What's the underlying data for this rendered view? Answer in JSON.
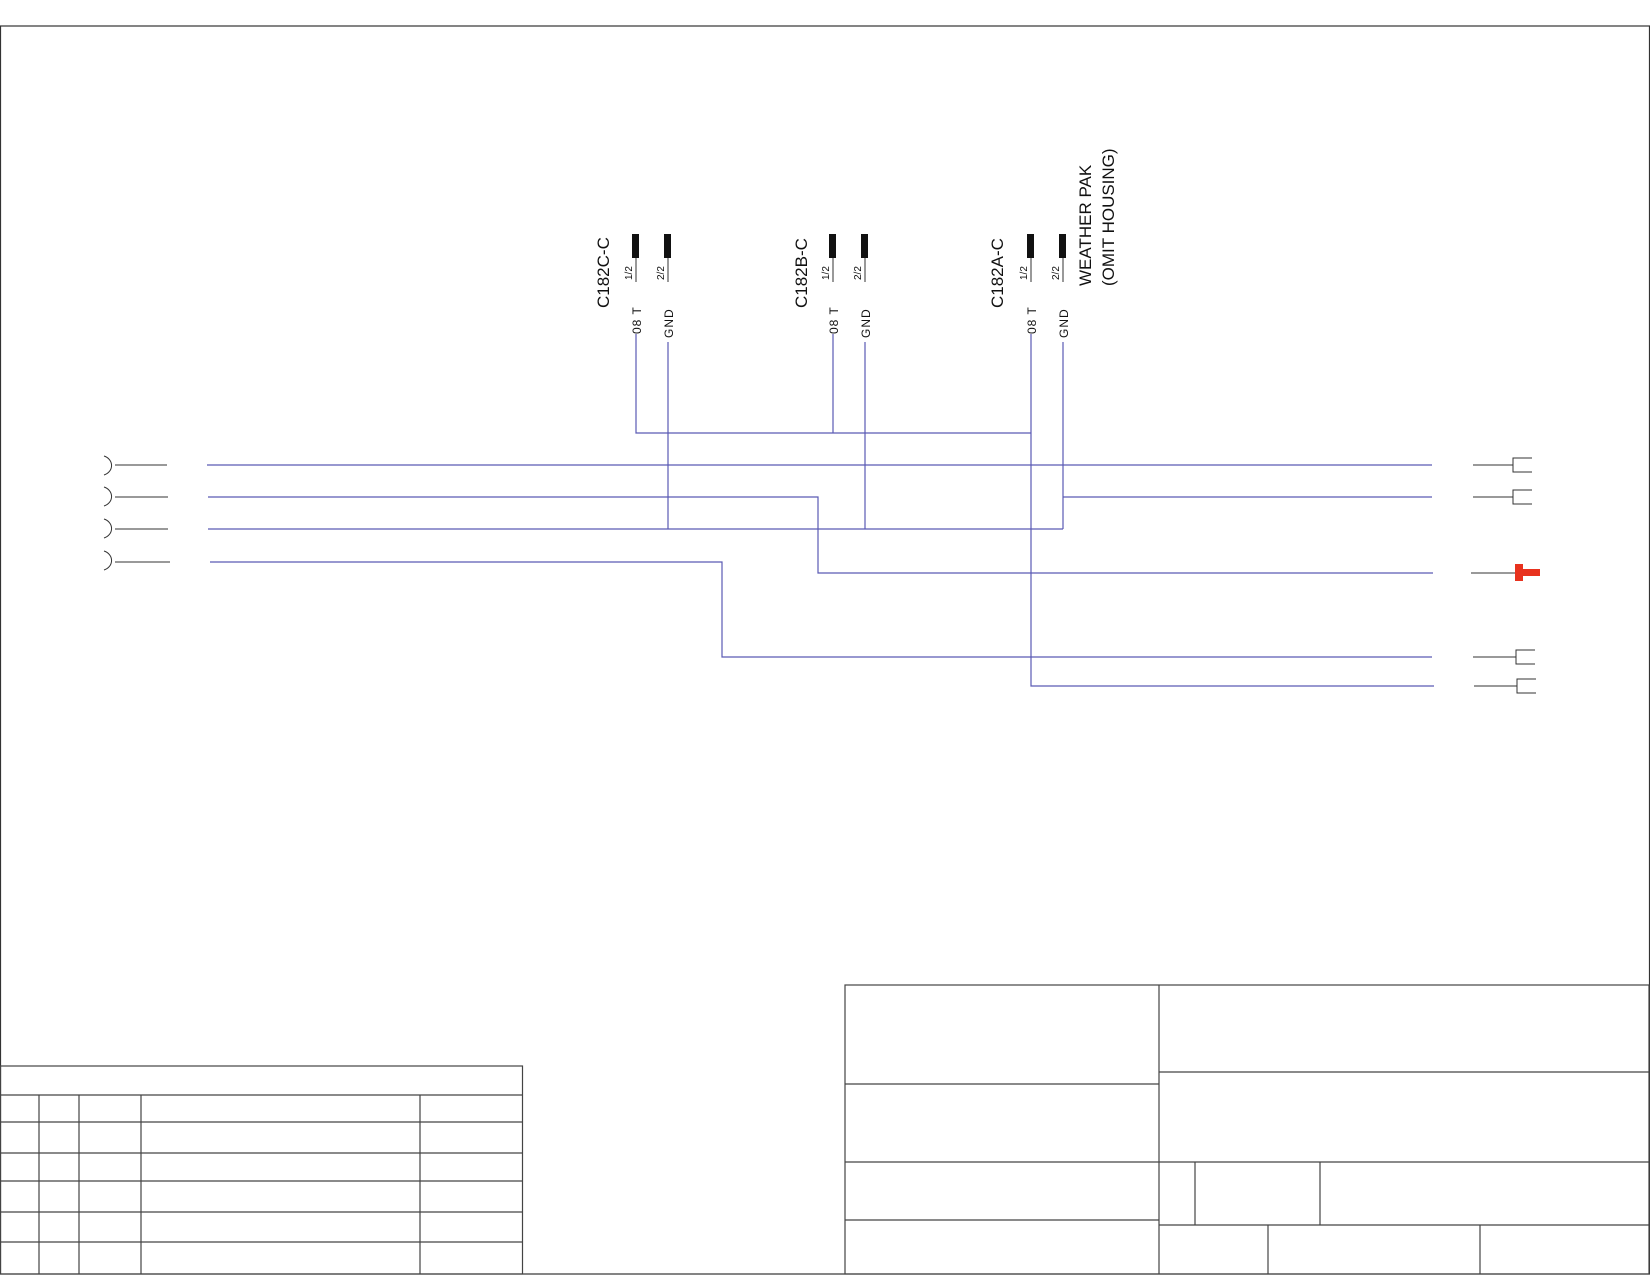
{
  "connectors": [
    {
      "name": "C182C-C",
      "pins": [
        {
          "number": "1/2",
          "signal": "08 T"
        },
        {
          "number": "2/2",
          "signal": "GND"
        }
      ]
    },
    {
      "name": "C182B-C",
      "pins": [
        {
          "number": "1/2",
          "signal": "08 T"
        },
        {
          "number": "2/2",
          "signal": "GND"
        }
      ]
    },
    {
      "name": "C182A-C",
      "pins": [
        {
          "number": "1/2",
          "signal": "08 T"
        },
        {
          "number": "2/2",
          "signal": "GND"
        }
      ]
    }
  ],
  "note": {
    "line1": "WEATHER PAK",
    "line2": "(OMIT HOUSING)"
  },
  "colors": {
    "wire": "#5a5ab4",
    "highlight_terminal": "#e8321e",
    "frame": "#333333",
    "pin": "#111111"
  }
}
